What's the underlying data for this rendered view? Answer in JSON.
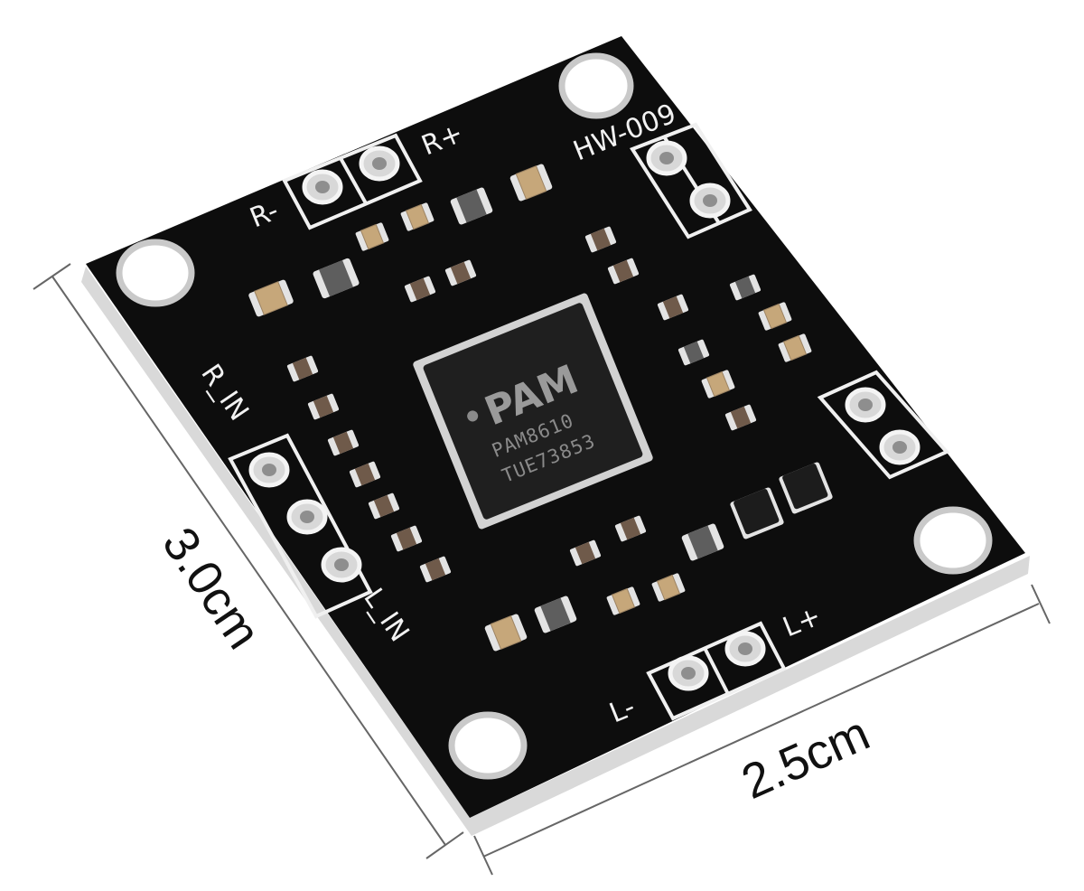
{
  "board": {
    "model_label": "HW-009",
    "chip": {
      "logo": "PAM",
      "part_number": "PAM8610",
      "lot_code": "TUE73853"
    },
    "silkscreen_labels": {
      "right_minus": "R-",
      "right_plus": "R+",
      "right_input": "R_IN",
      "left_input": "L_IN",
      "left_minus": "L-",
      "left_plus": "L+"
    }
  },
  "dimensions": {
    "height_label": "3.0cm",
    "width_label": "2.5cm"
  },
  "colors": {
    "pcb": "#0d0d0d",
    "silkscreen": "#f2f2f2",
    "chip": "#1f1f1f",
    "background": "#ffffff",
    "dimension_line": "#555555"
  }
}
